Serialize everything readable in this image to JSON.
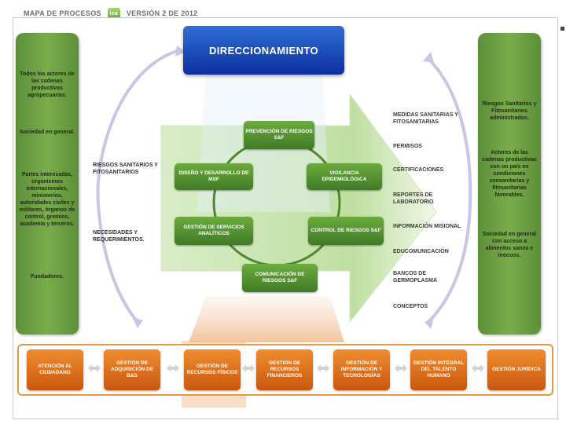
{
  "header": {
    "title": "MAPA DE PROCESOS",
    "logo_text": "ica",
    "version": "VERSIÓN 2 DE 2012"
  },
  "center": {
    "title": "DIRECCIONAMIENTO"
  },
  "left_panel": [
    "Todos los actores de las cadenas productivas agropecuarias.",
    "Sociedad en general.",
    "Partes interesadas, organismos internacionales, ministerios, autoridades civiles y militares, órganos de control, gremios, academia y terceros.",
    "Fundadores."
  ],
  "inputs": [
    "RIESGOS SANITARIOS Y FITOSANITARIOS",
    "NECESIDADES Y REQUERIMIENTOS."
  ],
  "processes": {
    "prevencion": "PREVENCIÓN DE RIESGOS S&F",
    "diseno": "DISEÑO Y DESARROLLO DE MSF",
    "vigilancia": "VIGILANCIA EPIDEMIOLÓGICA",
    "gestion_servicios": "GESTIÓN DE SERVICIOS ANALÍTICOS",
    "control": "CONTROL DE RIESGOS S&F",
    "comunicacion": "COMUNICACIÓN DE RIESGOS S&F"
  },
  "outputs": [
    "MEDIDAS SANITARIAS Y FITOSANITARIAS",
    "PERMISOS",
    "CERTIFICACIONES",
    "REPORTES DE LABORATORIO",
    "INFORMACIÓN MISIONAL",
    "EDUCOMUNICACIÓN",
    "BANCOS DE GERMOPLASMA",
    "CONCEPTOS"
  ],
  "right_panel": [
    "Riesgos Sanitarios y Fitosanitarios administrados.",
    "Actores de las cadenas productivas con un país en condiciones zoosanitarias y fitosanitarias favorables.",
    "Sociedad en general con acceso a alimentos sanos e inocuos."
  ],
  "support": [
    "ATENCIÓN AL CIUDADANO",
    "GESTIÓN DE ADQUISICIÓN DE B&S",
    "GESTIÓN DE RECURSOS FÍSICOS",
    "GESTIÓN DE RECURSOS FINANCIEROS",
    "GESTIÓN DE INFORMACIÓN Y TECNOLOGÍAS",
    "GESTIÓN INTEGRAL DEL TALENTO HUMANO",
    "GESTIÓN JURÍDICA"
  ]
}
